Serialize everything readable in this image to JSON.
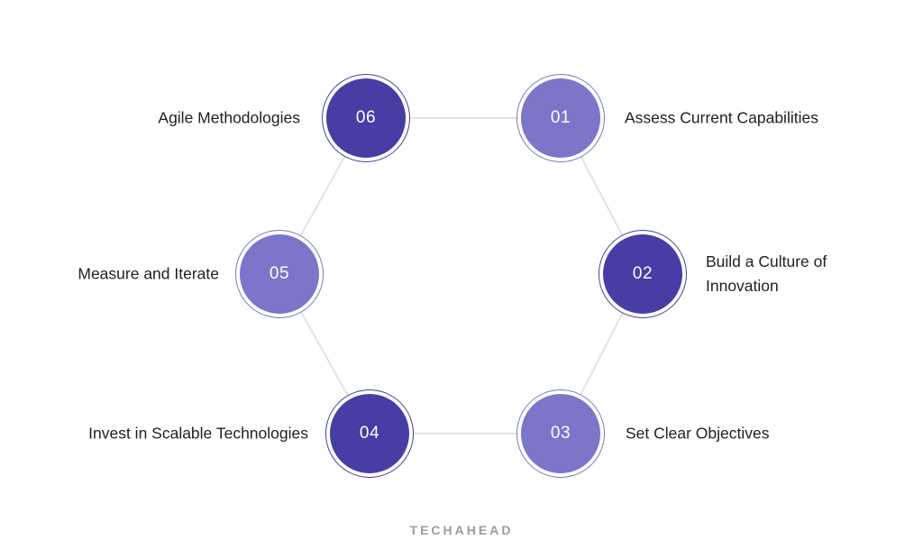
{
  "diagram": {
    "type": "cycle-hexagon",
    "colors": {
      "dark_purple": "#473DA5",
      "light_purple": "#7C75C9",
      "connector_gray": "#e3e3e3",
      "label_text": "#212121",
      "logo_gray": "#9b9b9b"
    },
    "steps": [
      {
        "number": "01",
        "label": "Assess Current Capabilities",
        "color": "#7C75C9",
        "side": "right"
      },
      {
        "number": "02",
        "label": "Build a Culture of Innovation",
        "color": "#473DA5",
        "side": "right"
      },
      {
        "number": "03",
        "label": "Set Clear Objectives",
        "color": "#7C75C9",
        "side": "right"
      },
      {
        "number": "04",
        "label": "Invest in Scalable Technologies",
        "color": "#473DA5",
        "side": "left"
      },
      {
        "number": "05",
        "label": "Measure and Iterate",
        "color": "#7C75C9",
        "side": "left"
      },
      {
        "number": "06",
        "label": "Agile Methodologies",
        "color": "#473DA5",
        "side": "left"
      }
    ],
    "footer_logo": "TECHAHEAD"
  }
}
